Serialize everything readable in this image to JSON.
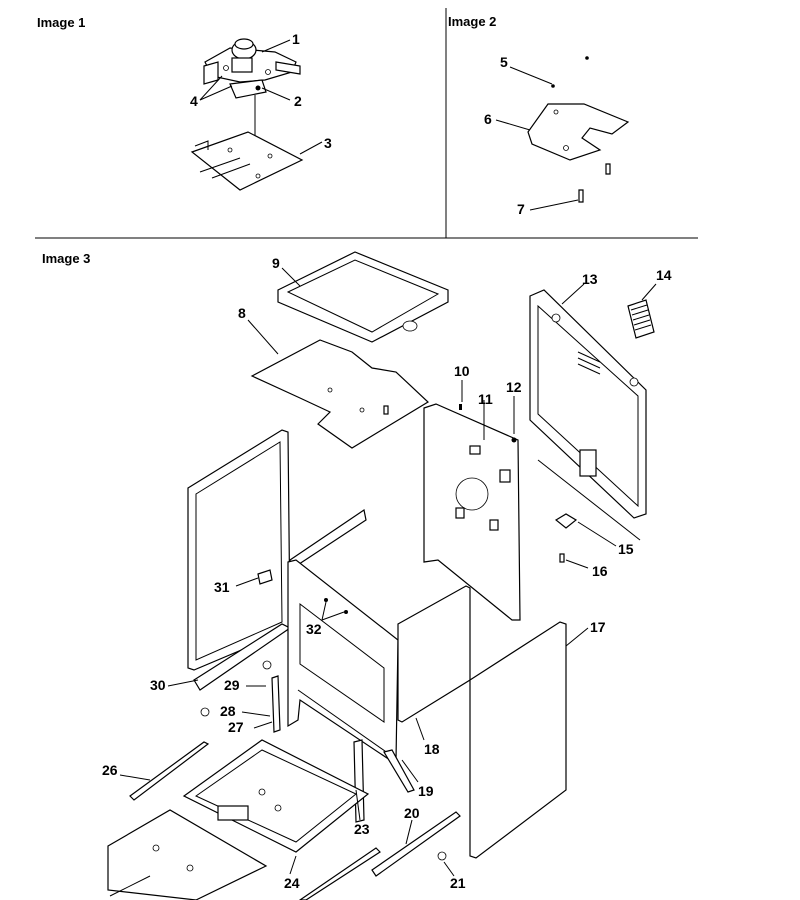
{
  "panels": {
    "image1": "Image 1",
    "image2": "Image 2",
    "image3": "Image 3"
  },
  "callouts": {
    "c1": "1",
    "c2": "2",
    "c3": "3",
    "c4": "4",
    "c5": "5",
    "c6": "6",
    "c7": "7",
    "c8": "8",
    "c9": "9",
    "c10": "10",
    "c11": "11",
    "c12": "12",
    "c13": "13",
    "c14": "14",
    "c15": "15",
    "c16": "16",
    "c17": "17",
    "c18": "18",
    "c19": "19",
    "c20": "20",
    "c21": "21",
    "c23": "23",
    "c24": "24",
    "c26": "26",
    "c27": "27",
    "c28": "28",
    "c29": "29",
    "c30": "30",
    "c31": "31",
    "c32": "32"
  }
}
